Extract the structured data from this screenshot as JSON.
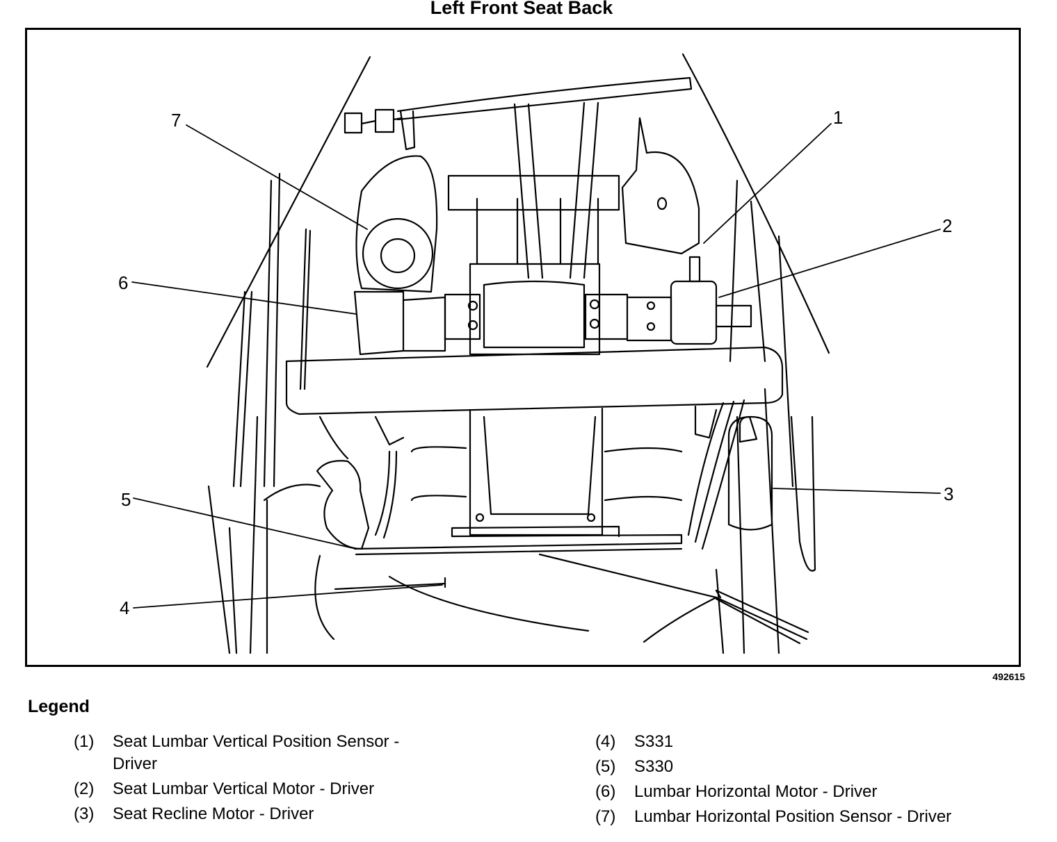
{
  "title": "Left Front Seat Back",
  "figure_id": "492615",
  "callouts": [
    "1",
    "2",
    "3",
    "4",
    "5",
    "6",
    "7"
  ],
  "legend": {
    "heading": "Legend",
    "left_items": [
      {
        "num": "(1)",
        "text": "Seat Lumbar Vertical Position Sensor - Driver"
      },
      {
        "num": "(2)",
        "text": "Seat Lumbar Vertical Motor - Driver"
      },
      {
        "num": "(3)",
        "text": "Seat Recline Motor - Driver"
      }
    ],
    "right_items": [
      {
        "num": "(4)",
        "text": "S331"
      },
      {
        "num": "(5)",
        "text": "S330"
      },
      {
        "num": "(6)",
        "text": "Lumbar Horizontal Motor - Driver"
      },
      {
        "num": "(7)",
        "text": "Lumbar Horizontal Position Sensor - Driver"
      }
    ]
  }
}
